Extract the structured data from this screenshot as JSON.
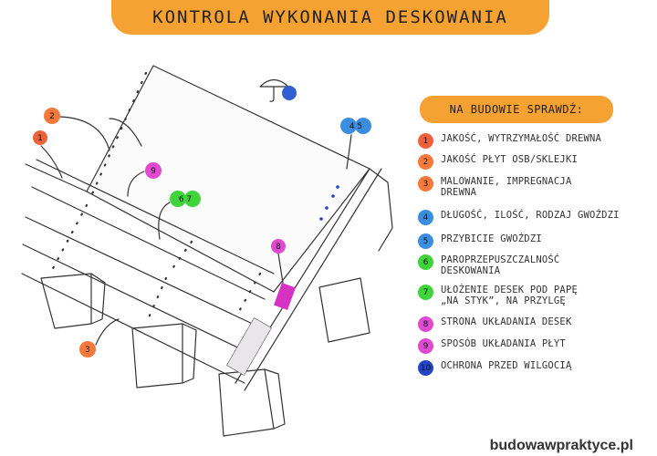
{
  "title": "KONTROLA WYKONANIA DESKOWANIA",
  "checklist_title": "NA BUDOWIE SPRAWDŹ:",
  "colors": {
    "orange": "#f5a233",
    "red": "#f0603a",
    "dark_orange": "#f4793a",
    "blue": "#3b8de0",
    "green": "#3ed43a",
    "magenta": "#e04ad0",
    "navy": "#2244c8",
    "umbrella": "#2f5fd0"
  },
  "items": [
    {
      "num": "1",
      "color": "#f0603a",
      "line1": "Jakość, wytrzymałość drewna",
      "line2": ""
    },
    {
      "num": "2",
      "color": "#f4793a",
      "line1": "Jakość płyt OSB/sklejki",
      "line2": ""
    },
    {
      "num": "3",
      "color": "#f4793a",
      "line1": "Malowanie, impregnacja",
      "line2": "drewna"
    },
    {
      "num": "4",
      "color": "#3b8de0",
      "line1": "Długość, ilość, rodzaj gwoździ",
      "line2": ""
    },
    {
      "num": "5",
      "color": "#3b8de0",
      "line1": "Przybicie gwoździ",
      "line2": ""
    },
    {
      "num": "6",
      "color": "#3ed43a",
      "line1": "Paroprzepuszczalność",
      "line2": "deskowania"
    },
    {
      "num": "7",
      "color": "#3ed43a",
      "line1": "Ułożenie desek pod papę",
      "line2": "„na styk”, na przylgę"
    },
    {
      "num": "8",
      "color": "#e04ad0",
      "line1": "Strona układania desek",
      "line2": ""
    },
    {
      "num": "9",
      "color": "#e04ad0",
      "line1": "Sposób układania płyt",
      "line2": ""
    },
    {
      "num": "10",
      "color": "#2244c8",
      "line1": "Ochrona przed wilgocią",
      "line2": ""
    }
  ],
  "callouts": {
    "c1": "1",
    "c2": "2",
    "c3": "3",
    "c9": "9",
    "c67": "6 7",
    "c45": "4 5",
    "c8": "8"
  },
  "footer": "budowawpraktyce.pl"
}
